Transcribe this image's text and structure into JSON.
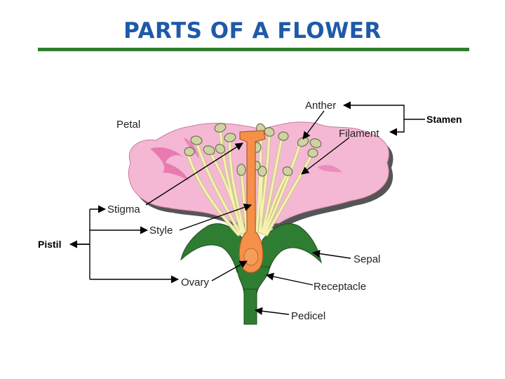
{
  "title": "PARTS OF A FLOWER",
  "labels": {
    "anther": "Anther",
    "stamen": "Stamen",
    "petal": "Petal",
    "filament": "Filament",
    "stigma": "Stigma",
    "style": "Style",
    "pistil": "Pistil",
    "sepal": "Sepal",
    "ovary": "Ovary",
    "receptacle": "Receptacle",
    "pedicel": "Pedicel"
  },
  "colors": {
    "title": "#1e5aa8",
    "rule": "#2f7d2f",
    "petal": "#f4b8d4",
    "petal_vein": "#e66ea8",
    "sepal": "#2e7d32",
    "pistil": "#f4904a",
    "filament": "#f6f2b0",
    "anther": "#cfd3a2"
  }
}
